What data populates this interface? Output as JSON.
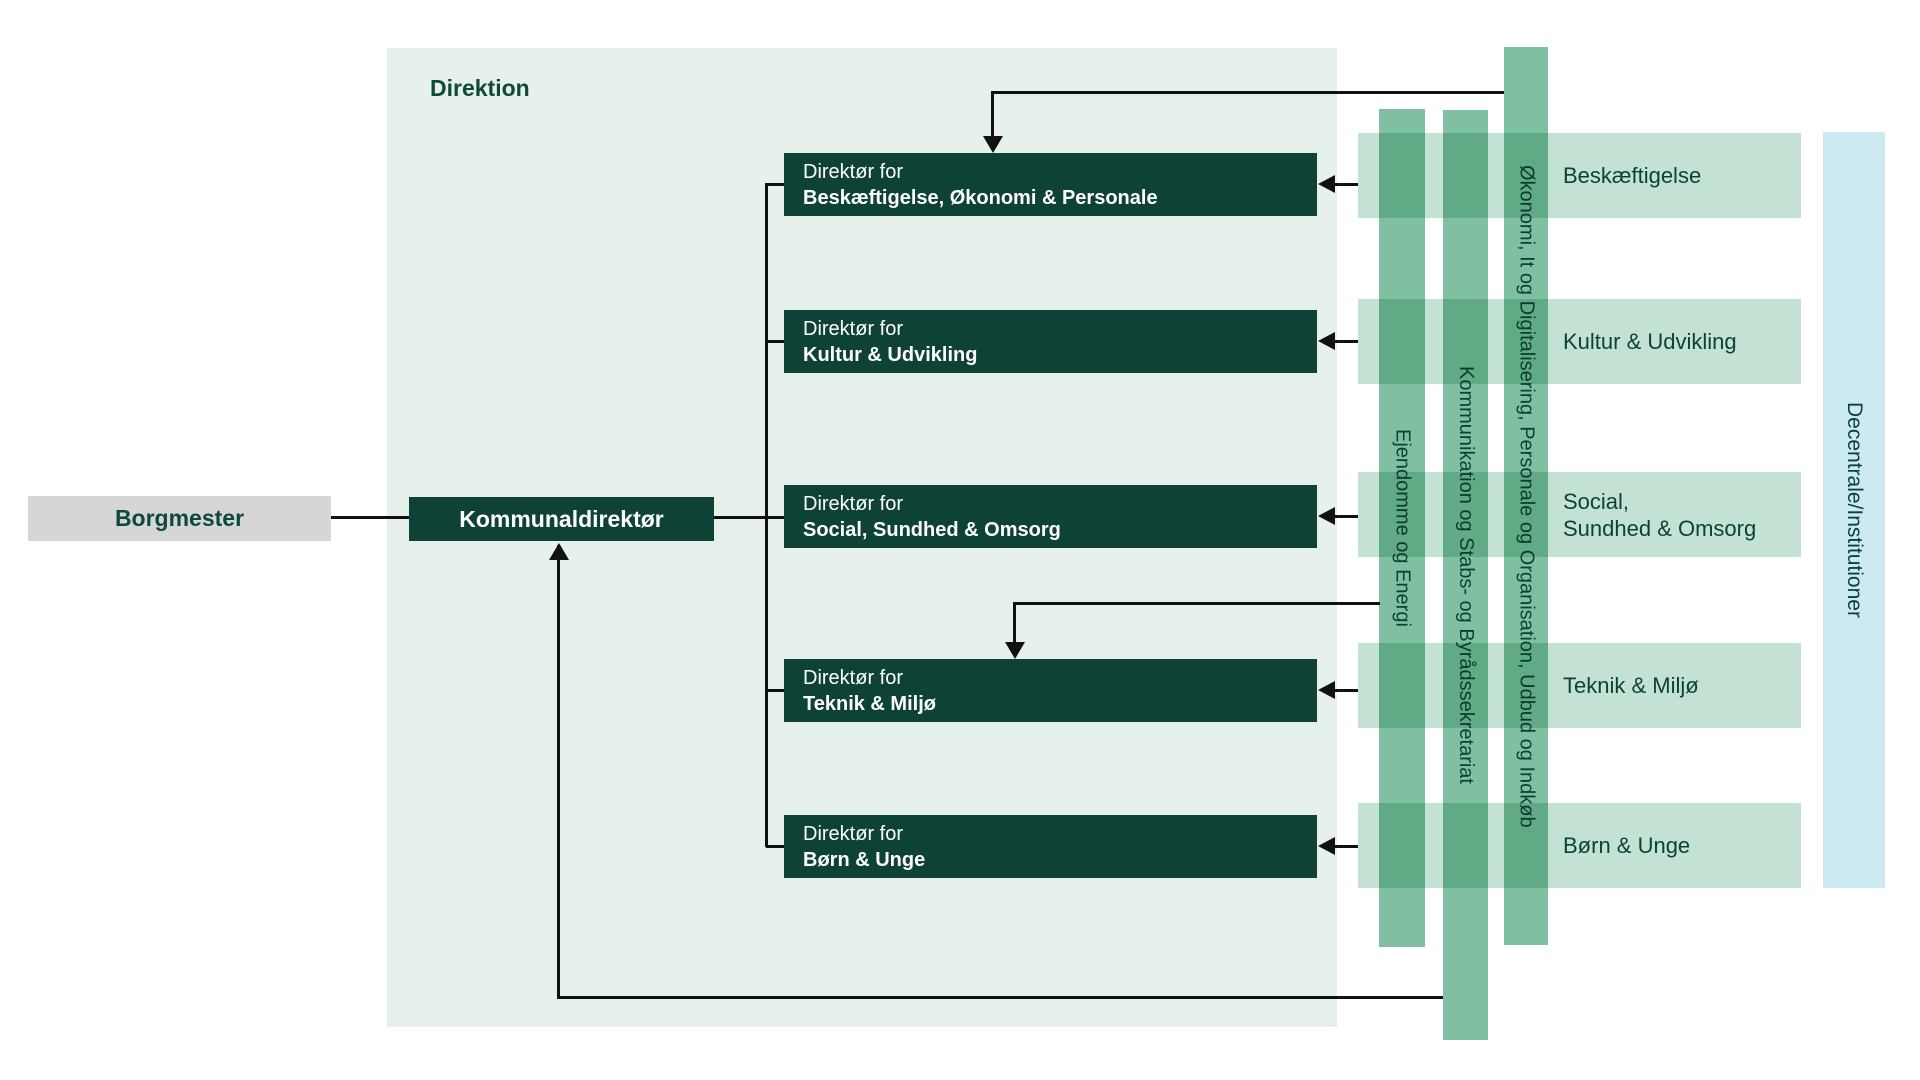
{
  "panel": {
    "label": "Direktion"
  },
  "mayor": {
    "label": "Borgmester"
  },
  "ceo": {
    "label": "Kommunaldirektør"
  },
  "directors": [
    {
      "prefix": "Direktør for",
      "name": "Beskæftigelse, Økonomi & Personale"
    },
    {
      "prefix": "Direktør for",
      "name": "Kultur & Udvikling"
    },
    {
      "prefix": "Direktør for",
      "name": "Social, Sundhed & Omsorg"
    },
    {
      "prefix": "Direktør for",
      "name": "Teknik & Miljø"
    },
    {
      "prefix": "Direktør for",
      "name": "Børn & Unge"
    }
  ],
  "staff_bars": [
    {
      "label": "Ejendomme og Energi"
    },
    {
      "label": "Kommunikation og Stabs- og Byrådssekretariat"
    },
    {
      "label": "Økonomi, It og Digitalisering, Personale og Organisation, Udbud og Indkøb"
    }
  ],
  "departments": [
    {
      "label": "Beskæftigelse"
    },
    {
      "label": "Kultur & Udvikling"
    },
    {
      "label": "Social,\nSundhed & Omsorg"
    },
    {
      "label": "Teknik & Miljø"
    },
    {
      "label": "Børn & Unge"
    }
  ],
  "decentral": {
    "label": "Decentrale/Institutioner"
  },
  "colors": {
    "panel_green": "#e6f1eb",
    "dark_green": "#0e4236",
    "bar_green": "#7fc0a2",
    "department_green": "#c3e2d3",
    "decentral_blue": "#cde9f2",
    "mayor_gray": "#d6d6d9",
    "text_green": "#0c4236",
    "line_black": "#111111"
  }
}
